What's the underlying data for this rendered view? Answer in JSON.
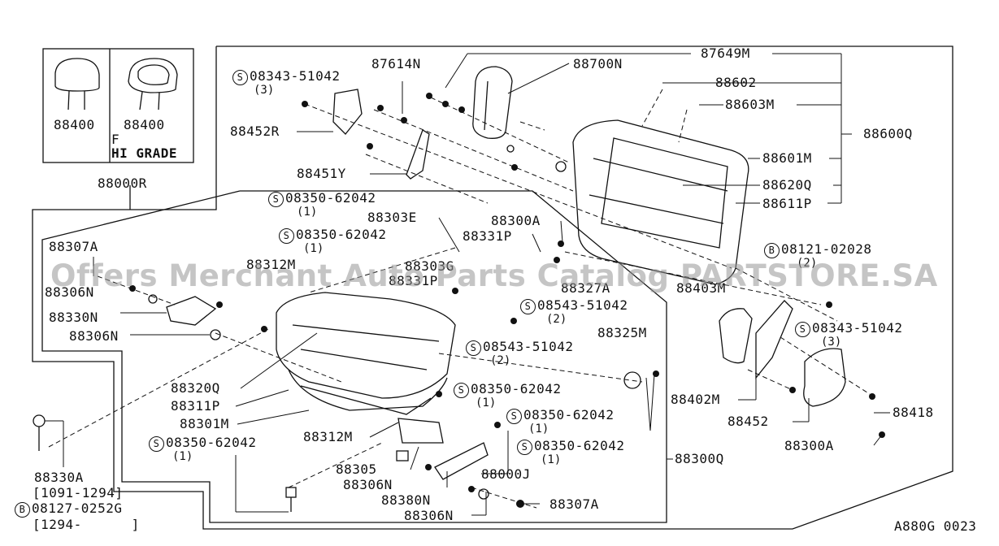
{
  "diagram": {
    "code": "A880G 0023",
    "watermark": "Offers Merchant Auto Parts Catalog PARTSTORE.SA",
    "inset": {
      "left_part": "88400",
      "right_part": "88400",
      "right_note": "F",
      "right_grade": "HI GRADE"
    },
    "labels": {
      "p88000R": "88000R",
      "p87649M": "87649M",
      "p87614N": "87614N",
      "p88700N": "88700N",
      "p88602": "88602",
      "p88603M": "88603M",
      "p88600Q": "88600Q",
      "p88601M": "88601M",
      "p88620Q": "88620Q",
      "p88611P": "88611P",
      "p88452R": "88452R",
      "p88451Y": "88451Y",
      "p88303E": "88303E",
      "p88300A_top": "88300A",
      "p88331P": "88331P",
      "p88307A_left": "88307A",
      "p88312M_top": "88312M",
      "p88303G": "88303G",
      "p88331P_b": "88331P",
      "p88327A": "88327A",
      "p88306N_a": "88306N",
      "p88330N": "88330N",
      "p88306N_b": "88306N",
      "p88403M": "88403M",
      "p88325M": "88325M",
      "p88320Q": "88320Q",
      "p88311P": "88311P",
      "p88301M": "88301M",
      "p88402M": "88402M",
      "p88418": "88418",
      "p88452": "88452",
      "p88300A_bot": "88300A",
      "p88312M_bot": "88312M",
      "p88305": "88305",
      "p88306N_c": "88306N",
      "p88380N": "88380N",
      "p88306N_d": "88306N",
      "p88307A_bot": "88307A",
      "p88000J": "88000J",
      "p88300Q": "88300Q",
      "p88330A": "88330A"
    },
    "screws": {
      "s1": {
        "mark": "S",
        "code": "08343-51042",
        "qty": "(3)"
      },
      "s2": {
        "mark": "S",
        "code": "08350-62042",
        "qty": "(1)"
      },
      "s3": {
        "mark": "S",
        "code": "08350-62042",
        "qty": "(1)"
      },
      "s4": {
        "mark": "S",
        "code": "08543-51042",
        "qty": "(2)"
      },
      "s5": {
        "mark": "S",
        "code": "08543-51042",
        "qty": "(2)"
      },
      "s6": {
        "mark": "S",
        "code": "08350-62042",
        "qty": "(1)"
      },
      "s7": {
        "mark": "S",
        "code": "08350-62042",
        "qty": "(1)"
      },
      "s8": {
        "mark": "S",
        "code": "08350-62042",
        "qty": "(1)"
      },
      "s9": {
        "mark": "S",
        "code": "08350-62042",
        "qty": "(1)"
      },
      "b1": {
        "mark": "B",
        "code": "08121-02028",
        "qty": "(2)"
      },
      "s10": {
        "mark": "S",
        "code": "08343-51042",
        "qty": "(3)"
      }
    },
    "bottom_left": {
      "range1": "[1091-1294]",
      "bolt_mark": "B",
      "bolt_code": "08127-0252G",
      "range2": "[1294-      ]"
    }
  }
}
